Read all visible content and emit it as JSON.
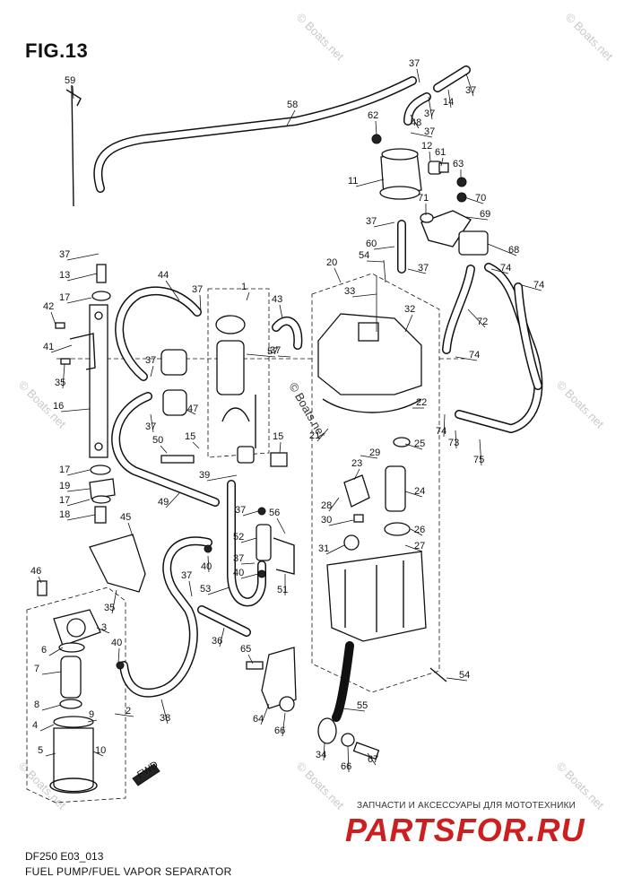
{
  "figure": {
    "title": "FIG.13",
    "code": "DF250 E03_013",
    "caption": "FUEL PUMP/FUEL VAPOR SEPARATOR",
    "front_marker": "FWD"
  },
  "watermark": {
    "text": "© Boats.net",
    "center_stamp": "© Boats.net"
  },
  "brand": {
    "tagline": "ЗАПЧАСТИ И АКСЕССУАРЫ ДЛЯ МОТОТЕХНИКИ",
    "logo": "PARTSFOR.RU",
    "logo_color": "#cc1f1f"
  },
  "callouts": [
    {
      "id": "c59",
      "num": "59"
    },
    {
      "id": "c58",
      "num": "58"
    },
    {
      "id": "c37a",
      "num": "37"
    },
    {
      "id": "c37b",
      "num": "37"
    },
    {
      "id": "c37c",
      "num": "37"
    },
    {
      "id": "c14",
      "num": "14"
    },
    {
      "id": "c48",
      "num": "48"
    },
    {
      "id": "c37d",
      "num": "37"
    },
    {
      "id": "c62",
      "num": "62"
    },
    {
      "id": "c12",
      "num": "12"
    },
    {
      "id": "c61",
      "num": "61"
    },
    {
      "id": "c63",
      "num": "63"
    },
    {
      "id": "c11",
      "num": "11"
    },
    {
      "id": "c71",
      "num": "71"
    },
    {
      "id": "c70",
      "num": "70"
    },
    {
      "id": "c69",
      "num": "69"
    },
    {
      "id": "c37e",
      "num": "37"
    },
    {
      "id": "c60",
      "num": "60"
    },
    {
      "id": "c68",
      "num": "68"
    },
    {
      "id": "c54a",
      "num": "54"
    },
    {
      "id": "c37f",
      "num": "37"
    },
    {
      "id": "c20",
      "num": "20"
    },
    {
      "id": "c74a",
      "num": "74"
    },
    {
      "id": "c74b",
      "num": "74"
    },
    {
      "id": "c37g",
      "num": "37"
    },
    {
      "id": "c13",
      "num": "13"
    },
    {
      "id": "c44",
      "num": "44"
    },
    {
      "id": "c37h",
      "num": "37"
    },
    {
      "id": "c1",
      "num": "1"
    },
    {
      "id": "c43",
      "num": "43"
    },
    {
      "id": "c33",
      "num": "33"
    },
    {
      "id": "c32",
      "num": "32"
    },
    {
      "id": "c72",
      "num": "72"
    },
    {
      "id": "c17a",
      "num": "17"
    },
    {
      "id": "c42",
      "num": "42"
    },
    {
      "id": "c41",
      "num": "41"
    },
    {
      "id": "c57",
      "num": "57"
    },
    {
      "id": "c37i",
      "num": "37"
    },
    {
      "id": "c74c",
      "num": "74"
    },
    {
      "id": "c35a",
      "num": "35"
    },
    {
      "id": "c37j",
      "num": "37"
    },
    {
      "id": "c16",
      "num": "16"
    },
    {
      "id": "c47",
      "num": "47"
    },
    {
      "id": "c22",
      "num": "22"
    },
    {
      "id": "c37k",
      "num": "37"
    },
    {
      "id": "c21",
      "num": "21"
    },
    {
      "id": "c74d",
      "num": "74"
    },
    {
      "id": "c73",
      "num": "73"
    },
    {
      "id": "c25",
      "num": "25"
    },
    {
      "id": "c50",
      "num": "50"
    },
    {
      "id": "c15a",
      "num": "15"
    },
    {
      "id": "c15b",
      "num": "15"
    },
    {
      "id": "c29",
      "num": "29"
    },
    {
      "id": "c23",
      "num": "23"
    },
    {
      "id": "c75",
      "num": "75"
    },
    {
      "id": "c17b",
      "num": "17"
    },
    {
      "id": "c39",
      "num": "39"
    },
    {
      "id": "c19",
      "num": "19"
    },
    {
      "id": "c24",
      "num": "24"
    },
    {
      "id": "c17c",
      "num": "17"
    },
    {
      "id": "c49",
      "num": "49"
    },
    {
      "id": "c28",
      "num": "28"
    },
    {
      "id": "c18",
      "num": "18"
    },
    {
      "id": "c37l",
      "num": "37"
    },
    {
      "id": "c56",
      "num": "56"
    },
    {
      "id": "c30",
      "num": "30"
    },
    {
      "id": "c26",
      "num": "26"
    },
    {
      "id": "c45",
      "num": "45"
    },
    {
      "id": "c52",
      "num": "52"
    },
    {
      "id": "c27",
      "num": "27"
    },
    {
      "id": "c40a",
      "num": "40"
    },
    {
      "id": "c31",
      "num": "31"
    },
    {
      "id": "c37m",
      "num": "37"
    },
    {
      "id": "c40b",
      "num": "40"
    },
    {
      "id": "c51",
      "num": "51"
    },
    {
      "id": "c46",
      "num": "46"
    },
    {
      "id": "c53",
      "num": "53"
    },
    {
      "id": "c35b",
      "num": "35"
    },
    {
      "id": "c3",
      "num": "3"
    },
    {
      "id": "c37n",
      "num": "37"
    },
    {
      "id": "c6",
      "num": "6"
    },
    {
      "id": "c40c",
      "num": "40"
    },
    {
      "id": "c36",
      "num": "36"
    },
    {
      "id": "c65",
      "num": "65"
    },
    {
      "id": "c7",
      "num": "7"
    },
    {
      "id": "c54b",
      "num": "54"
    },
    {
      "id": "c2",
      "num": "2"
    },
    {
      "id": "c8",
      "num": "8"
    },
    {
      "id": "c9",
      "num": "9"
    },
    {
      "id": "c38",
      "num": "38"
    },
    {
      "id": "c64",
      "num": "64"
    },
    {
      "id": "c66a",
      "num": "66"
    },
    {
      "id": "c55",
      "num": "55"
    },
    {
      "id": "c4",
      "num": "4"
    },
    {
      "id": "c10",
      "num": "10"
    },
    {
      "id": "c5",
      "num": "5"
    },
    {
      "id": "c34",
      "num": "34"
    },
    {
      "id": "c66b",
      "num": "66"
    },
    {
      "id": "c67",
      "num": "67"
    }
  ]
}
